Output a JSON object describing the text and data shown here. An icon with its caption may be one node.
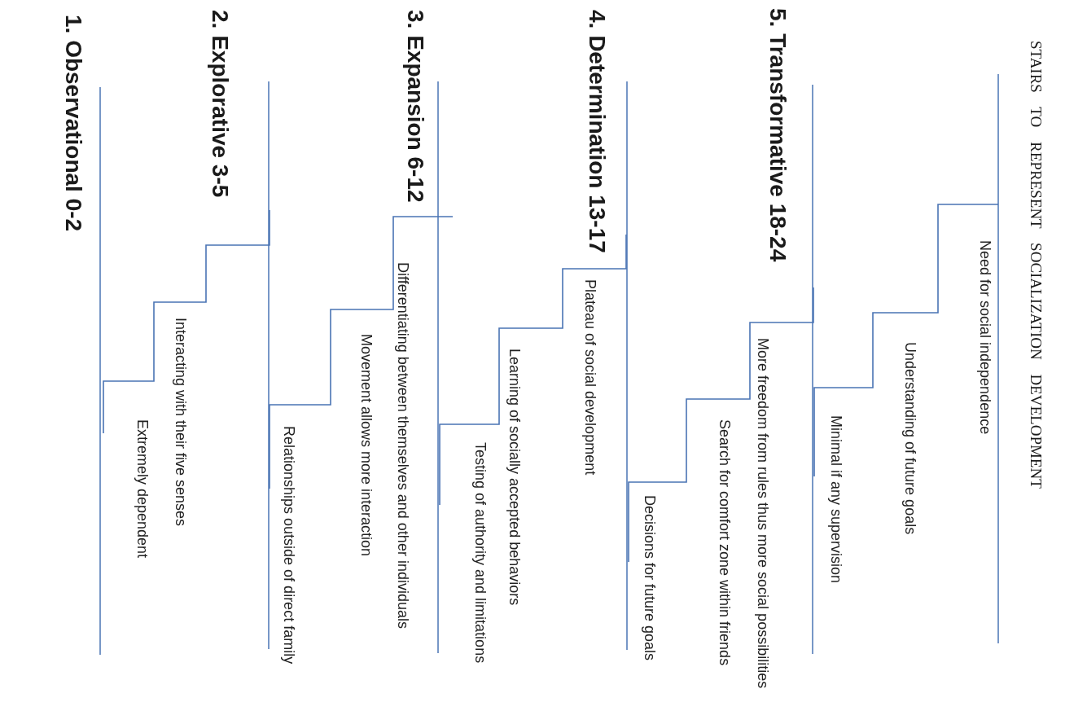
{
  "diagram": {
    "title": "STAIRS TO REPRESENT SOCIALIZATION DEVELOPMENT",
    "labels": [
      "Need for social independence",
      "Understanding of future goals",
      "Minimal if any supervision",
      "5. Transformative 18-24",
      "More freedom from rules thus more social possibilities",
      "Search for comfort zone within friends",
      "Decisions for future goals",
      "4. Determination 13-17",
      "Plateau of social development",
      "Learning of socially accepted behaviors",
      "Testing of authority and limitations",
      "3. Expansion 6-12",
      "Differentiating between themselves and other individuals",
      "Movement allows more interaction",
      "Relationships outside of direct family",
      "2. Explorative 3-5",
      "Interacting with their five senses",
      "Extremely dependent",
      "1. Observational 0-2"
    ]
  }
}
